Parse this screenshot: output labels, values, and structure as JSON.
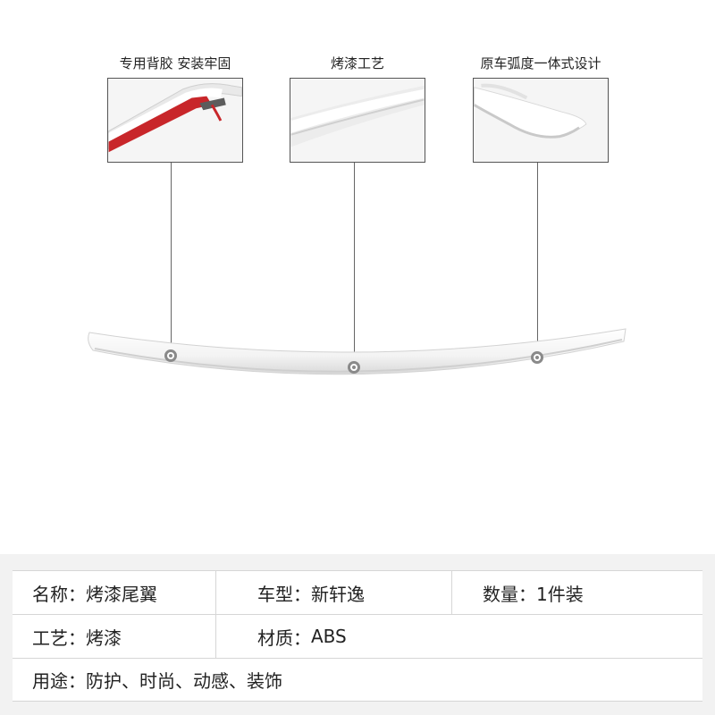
{
  "features": [
    {
      "label": "专用背胶 安装牢固",
      "icon": "adhesive-tape-closeup"
    },
    {
      "label": "烤漆工艺",
      "icon": "paint-finish-closeup"
    },
    {
      "label": "原车弧度一体式设计",
      "icon": "curved-end-closeup"
    }
  ],
  "specs": {
    "rows": [
      [
        {
          "label": "名称：",
          "value": "烤漆尾翼"
        },
        {
          "label": "车型：",
          "value": "新轩逸"
        },
        {
          "label": "数量：",
          "value": "1件装"
        }
      ],
      [
        {
          "label": "工艺：",
          "value": "烤漆"
        },
        {
          "label": "材质：",
          "value": "ABS"
        }
      ],
      [
        {
          "label": "用途：",
          "value": "防护、时尚、动感、装饰"
        }
      ]
    ]
  },
  "colors": {
    "accent_tape": "#c8262a",
    "leader": "#666666",
    "marker": "#8a8a8a",
    "spec_border": "#d6d6d6"
  }
}
